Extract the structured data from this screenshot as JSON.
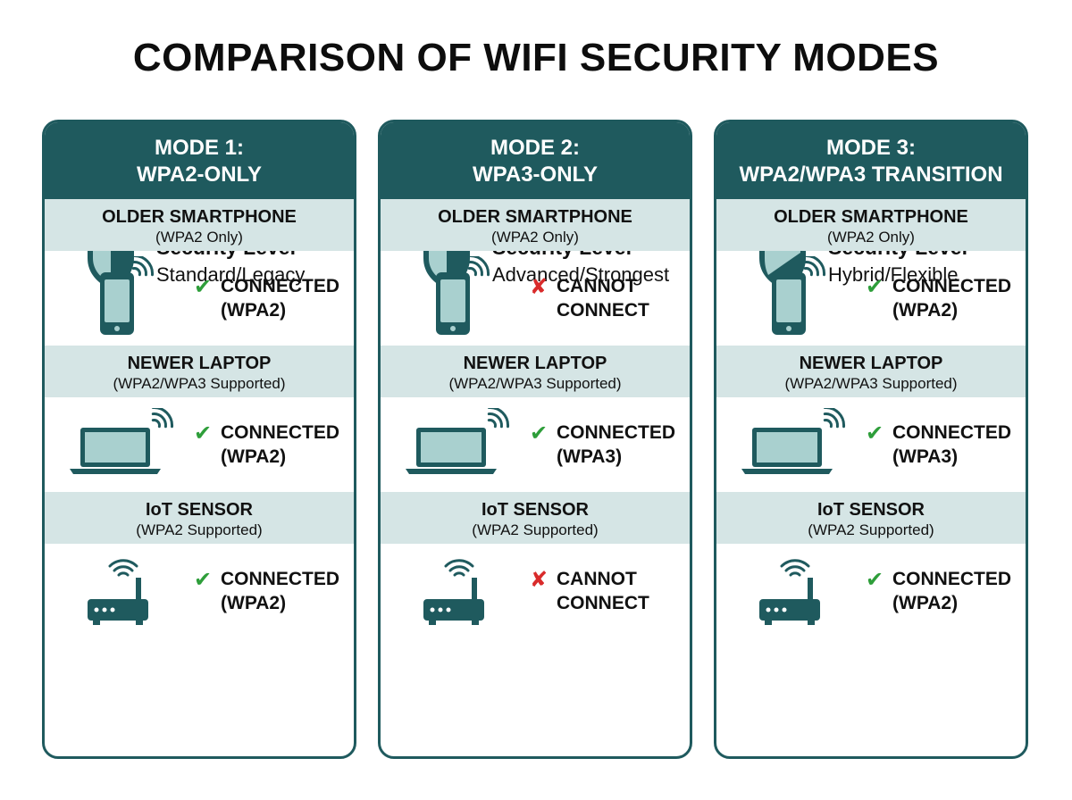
{
  "title": "COMPARISON OF WIFI SECURITY MODES",
  "colors": {
    "header": "#1f5a5e",
    "band": "#d5e5e5",
    "ok": "#2e9e3a",
    "bad": "#d92b2b",
    "icon": "#1f5a5e",
    "icon_fill": "#a9d0cf"
  },
  "security_label": "Security Level",
  "modes": [
    {
      "line1": "MODE 1:",
      "line2": "WPA2-ONLY",
      "security": "Standard/Legacy",
      "shield": "shield-half-icon",
      "devices": [
        {
          "name": "OLDER SMARTPHONE",
          "sub": "(WPA2 Only)",
          "icon": "smartphone-icon",
          "ok": true,
          "s1": "CONNECTED",
          "s2": "(WPA2)"
        },
        {
          "name": "NEWER LAPTOP",
          "sub": "(WPA2/WPA3 Supported)",
          "icon": "laptop-icon",
          "ok": true,
          "s1": "CONNECTED",
          "s2": "(WPA2)"
        },
        {
          "name": "IoT SENSOR",
          "sub": "(WPA2 Supported)",
          "icon": "router-icon",
          "ok": true,
          "s1": "CONNECTED",
          "s2": "(WPA2)"
        }
      ]
    },
    {
      "line1": "MODE 2:",
      "line2": "WPA3-ONLY",
      "security": "Advanced/Strongest",
      "shield": "shield-half-icon",
      "devices": [
        {
          "name": "OLDER SMARTPHONE",
          "sub": "(WPA2 Only)",
          "icon": "smartphone-icon",
          "ok": false,
          "s1": "CANNOT",
          "s2": "CONNECT"
        },
        {
          "name": "NEWER LAPTOP",
          "sub": "(WPA2/WPA3 Supported)",
          "icon": "laptop-icon",
          "ok": true,
          "s1": "CONNECTED",
          "s2": "(WPA3)"
        },
        {
          "name": "IoT SENSOR",
          "sub": "(WPA2 Supported)",
          "icon": "router-icon",
          "ok": false,
          "s1": "CANNOT",
          "s2": "CONNECT"
        }
      ]
    },
    {
      "line1": "MODE 3:",
      "line2": "WPA2/WPA3 TRANSITION",
      "security": "Hybrid/Flexible",
      "shield": "shield-split-icon",
      "devices": [
        {
          "name": "OLDER SMARTPHONE",
          "sub": "(WPA2 Only)",
          "icon": "smartphone-icon",
          "ok": true,
          "s1": "CONNECTED",
          "s2": "(WPA2)"
        },
        {
          "name": "NEWER LAPTOP",
          "sub": "(WPA2/WPA3 Supported)",
          "icon": "laptop-icon",
          "ok": true,
          "s1": "CONNECTED",
          "s2": "(WPA3)"
        },
        {
          "name": "IoT SENSOR",
          "sub": "(WPA2 Supported)",
          "icon": "router-icon",
          "ok": true,
          "s1": "CONNECTED",
          "s2": "(WPA2)"
        }
      ]
    }
  ]
}
